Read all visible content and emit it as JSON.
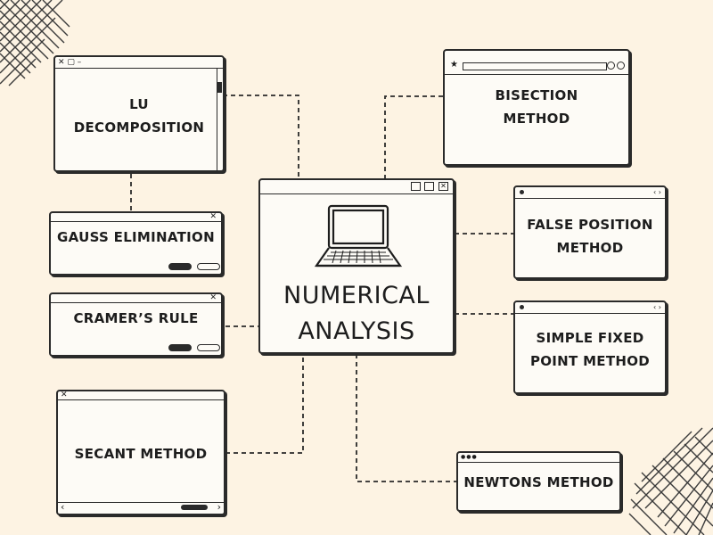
{
  "center": {
    "line1": "NUMERICAL",
    "line2": "ANALYSIS"
  },
  "nodes": {
    "lu": {
      "line1": "LU",
      "line2": "DECOMPOSITION"
    },
    "gauss": {
      "line1": "GAUSS ELIMINATION"
    },
    "cramer": {
      "line1": "CRAMER’S RULE"
    },
    "secant": {
      "line1": "SECANT METHOD"
    },
    "bisection": {
      "line1": "BISECTION",
      "line2": "METHOD"
    },
    "false_position": {
      "line1": "FALSE POSITION",
      "line2": "METHOD"
    },
    "fixed_point": {
      "line1": "SIMPLE FIXED",
      "line2": "POINT METHOD"
    },
    "newtons": {
      "line1": "NEWTONS METHOD"
    }
  }
}
